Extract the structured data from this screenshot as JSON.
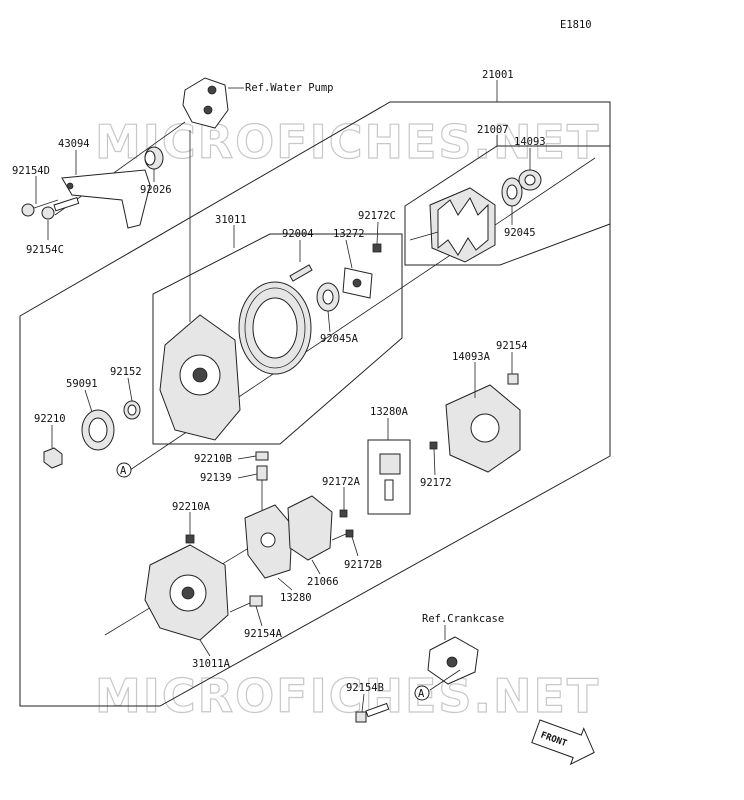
{
  "diagram_code": "E1810",
  "watermark": {
    "text": "MICROFICHES.NET"
  },
  "reference_labels": {
    "water_pump": "Ref.Water Pump",
    "crankcase": "Ref.Crankcase"
  },
  "circle_marker": "A",
  "front_label": "FRONT",
  "part_numbers": {
    "p21001": "21001",
    "p21007": "21007",
    "p14093": "14093",
    "p43094": "43094",
    "p92154D": "92154D",
    "p92026": "92026",
    "p92154C": "92154C",
    "p31011": "31011",
    "p92004": "92004",
    "p13272": "13272",
    "p92172C": "92172C",
    "p92045": "92045",
    "p92045A": "92045A",
    "p14093A": "14093A",
    "p92154": "92154",
    "p59091": "59091",
    "p92152": "92152",
    "p92210": "92210",
    "p13280A": "13280A",
    "p92210B": "92210B",
    "p92139": "92139",
    "p92172A": "92172A",
    "p92172": "92172",
    "p92210A": "92210A",
    "p92172B": "92172B",
    "p21066": "21066",
    "p13280": "13280",
    "p92154A": "92154A",
    "p31011A": "31011A",
    "p92154B": "92154B"
  }
}
